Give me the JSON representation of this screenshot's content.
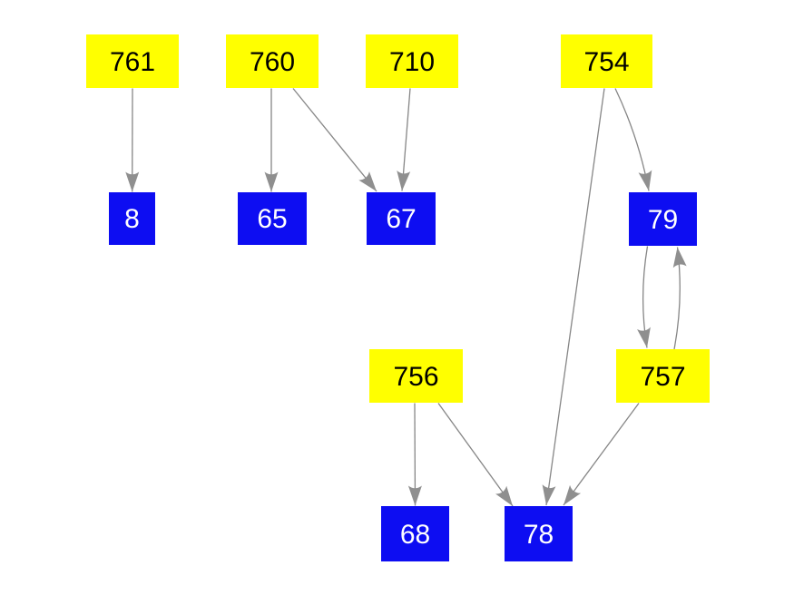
{
  "diagram": {
    "type": "directed-graph",
    "background_color": "#ffffff",
    "edge_color": "#868686",
    "arrowhead_color": "#8f8f8f",
    "node_colors": {
      "yellow_fill": "#ffff00",
      "yellow_text": "#000000",
      "blue_fill": "#0d0df2",
      "blue_text": "#ffffff"
    },
    "nodes": [
      {
        "id": "761",
        "label": "761",
        "color": "yellow"
      },
      {
        "id": "760",
        "label": "760",
        "color": "yellow"
      },
      {
        "id": "710",
        "label": "710",
        "color": "yellow"
      },
      {
        "id": "754",
        "label": "754",
        "color": "yellow"
      },
      {
        "id": "8",
        "label": "8",
        "color": "blue"
      },
      {
        "id": "65",
        "label": "65",
        "color": "blue"
      },
      {
        "id": "67",
        "label": "67",
        "color": "blue"
      },
      {
        "id": "79",
        "label": "79",
        "color": "blue"
      },
      {
        "id": "756",
        "label": "756",
        "color": "yellow"
      },
      {
        "id": "757",
        "label": "757",
        "color": "yellow"
      },
      {
        "id": "68",
        "label": "68",
        "color": "blue"
      },
      {
        "id": "78",
        "label": "78",
        "color": "blue"
      }
    ],
    "edges": [
      {
        "from": "761",
        "to": "8"
      },
      {
        "from": "760",
        "to": "65"
      },
      {
        "from": "760",
        "to": "67"
      },
      {
        "from": "710",
        "to": "67"
      },
      {
        "from": "754",
        "to": "79"
      },
      {
        "from": "754",
        "to": "78"
      },
      {
        "from": "79",
        "to": "757"
      },
      {
        "from": "757",
        "to": "79"
      },
      {
        "from": "756",
        "to": "68"
      },
      {
        "from": "756",
        "to": "78"
      },
      {
        "from": "757",
        "to": "78"
      }
    ]
  }
}
